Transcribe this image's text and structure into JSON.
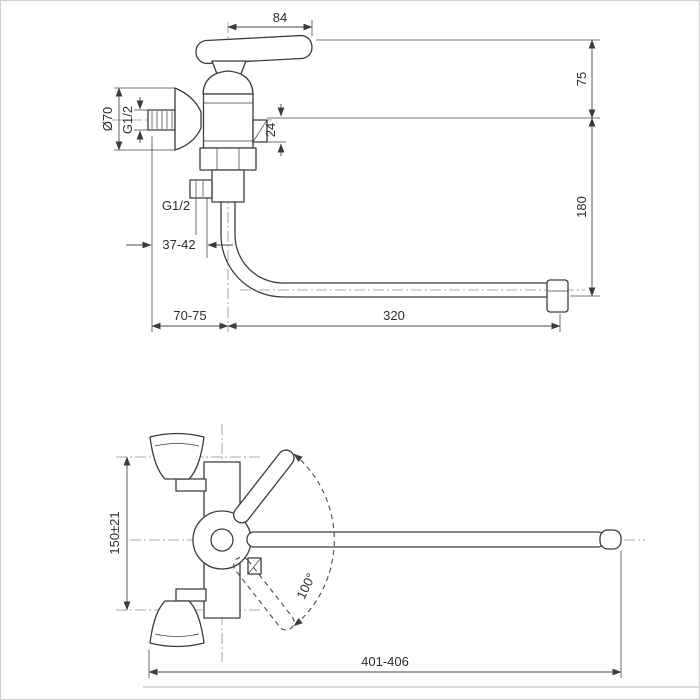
{
  "meta": {
    "description": "Technical dimension drawing of a wall-mounted single-lever mixer faucet with long swivel spout, shown in two orthographic views"
  },
  "colors": {
    "line": "#3c3c3c",
    "dimension": "#4a4a4a",
    "centerline": "#8f8f8f",
    "text": "#2d2d2d",
    "background": "#ffffff",
    "frame": "#cfcfcf"
  },
  "side_view": {
    "dims": {
      "handle_length": "84",
      "height_top": "75",
      "spout_drop": "180",
      "flange_diameter": "Ø70",
      "inlet_thread": "G1/2",
      "nut_height": "24",
      "outlet_thread": "G1/2",
      "wall_offset": "37-42",
      "body_depth": "70-75",
      "spout_reach": "320"
    }
  },
  "front_view": {
    "dims": {
      "center_distance": "150±21",
      "swing_angle": "100°",
      "overall_length": "401-406"
    }
  }
}
